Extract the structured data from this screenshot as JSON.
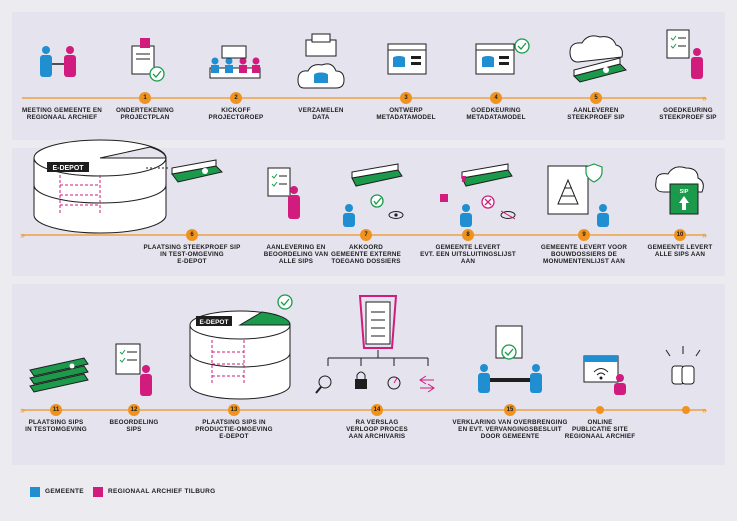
{
  "rows": [
    {
      "steps": [
        {
          "num": "",
          "label": "MEETING GEMEENTE EN\nREGIONAAL ARCHIEF"
        },
        {
          "num": "1",
          "label": "ONDERTEKENING\nPROJECTPLAN"
        },
        {
          "num": "2",
          "label": "KICKOFF\nPROJECTGROEP"
        },
        {
          "num": "",
          "label": "VERZAMELEN\nDATA"
        },
        {
          "num": "3",
          "label": "ONTWERP\nMETADATAMODEL"
        },
        {
          "num": "4",
          "label": "GOEDKEURING\nMETADATAMODEL"
        },
        {
          "num": "5",
          "label": "AANLEVEREN\nSTEEKPROEF SIP"
        },
        {
          "num": "",
          "label": "GOEDKEURING\nSTEEKPROEF SIP"
        }
      ]
    },
    {
      "steps": [
        {
          "num": "6",
          "label": "PLAATSING STEEKPROEF SIP\nIN TEST-OMGEVING\nE-DEPOT"
        },
        {
          "num": "",
          "label": "AANLEVERING EN\nBEOORDELING VAN\nALLE SIPS"
        },
        {
          "num": "7",
          "label": "AKKOORD\nGEMEENTE EXTERNE\nTOEGANG DOSSIERS"
        },
        {
          "num": "8",
          "label": "GEMEENTE LEVERT\nEVT. EEN UITSLUITINGSLIJST\nAAN"
        },
        {
          "num": "9",
          "label": "GEMEENTE LEVERT VOOR\nBOUWDOSSIERS DE\nMONUMENTENLIJST AAN"
        },
        {
          "num": "10",
          "label": "GEMEENTE LEVERT\nALLE SIPS AAN"
        }
      ]
    },
    {
      "steps": [
        {
          "num": "11",
          "label": "PLAATSING SIPS\nIN TESTOMGEVING"
        },
        {
          "num": "12",
          "label": "BEOORDELING\nSIPS"
        },
        {
          "num": "13",
          "label": "PLAATSING SIPS IN\nPRODUCTIE-OMGEVING\nE-DEPOT"
        },
        {
          "num": "14",
          "label": "RA VERSLAG\nVERLOOP PROCES\nAAN ARCHIVARIS"
        },
        {
          "num": "15",
          "label": "VERKLARING VAN OVERBRENGING\nEN EVT. VERVANGINGSBESLUIT\nDOOR GEMEENTE"
        },
        {
          "num": "",
          "label": "ONLINE\nPUBLICATIE SITE\nREGIONAAL ARCHIEF"
        },
        {
          "num": "",
          "label": ""
        }
      ]
    }
  ],
  "edepot_label": "E-DEPOT",
  "sip_label": "SIP",
  "legend": [
    {
      "label": "GEMEENTE",
      "color": "#1f8fd1"
    },
    {
      "label": "REGIONAAL ARCHIEF TILBURG",
      "color": "#d11c7e"
    }
  ],
  "colors": {
    "orange": "#f0931e",
    "blue": "#1f8fd1",
    "magenta": "#d11c7e",
    "green": "#1a9a4a",
    "dark": "#1e1e1e"
  }
}
